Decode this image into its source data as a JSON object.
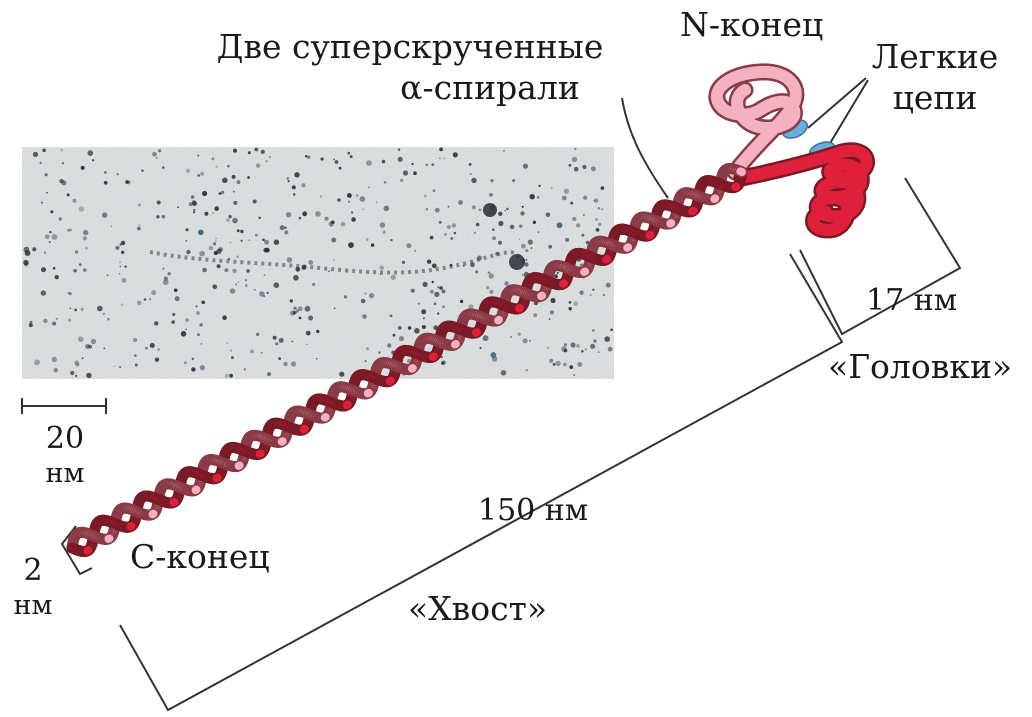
{
  "labels": {
    "coils_line1": "Две суперскрученные",
    "coils_line2": "α-спирали",
    "n_end": "N-конец",
    "light_line1": "Легкие",
    "light_line2": "цепи",
    "head_size": "17 нм",
    "heads": "«Головки»",
    "scale_num": "20",
    "scale_unit": "нм",
    "tail_length": "150 нм",
    "c_end": "С-конец",
    "width_num": "2",
    "width_unit": "нм",
    "tail": "«Хвост»"
  },
  "colors": {
    "chain_red": "#e0203a",
    "chain_pink": "#f4b1bf",
    "chain_outline": "#8a3b46",
    "light_chain_blue": "#6aaee0",
    "micrograph_bg": "#dfe3e3",
    "line": "#333333"
  }
}
